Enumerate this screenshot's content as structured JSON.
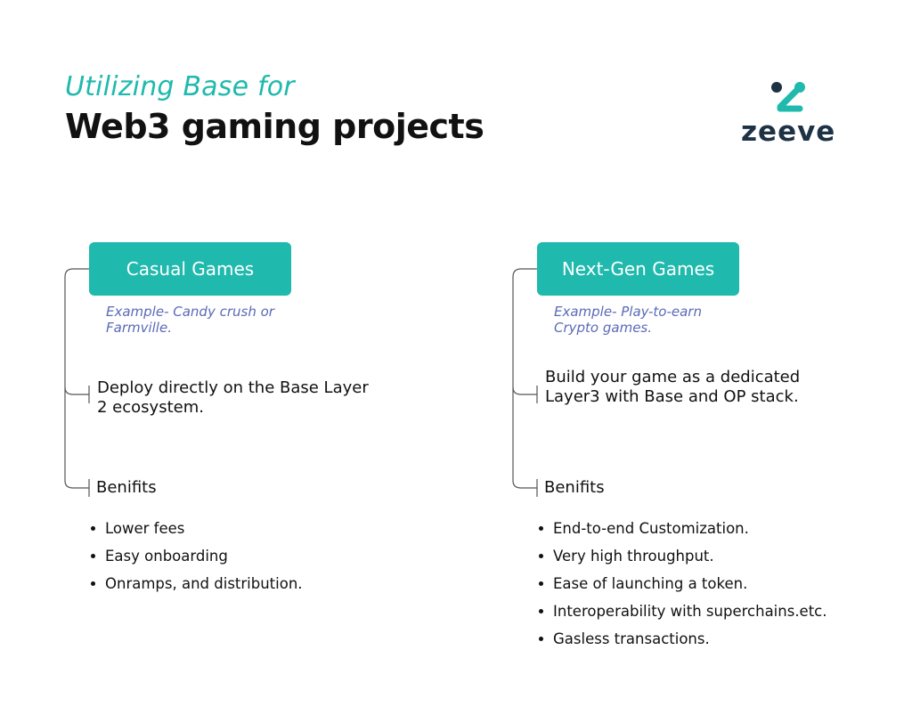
{
  "header": {
    "subtitle": "Utilizing Base for",
    "title": "Web3 gaming projects"
  },
  "logo": {
    "name": "zeeve",
    "icon": "zeeve-logo-icon",
    "colors": {
      "dark": "#1e3246",
      "teal": "#1fb9ad"
    }
  },
  "columns": [
    {
      "heading": "Casual Games",
      "example": "Example- Candy crush or Farmville.",
      "description": "Deploy directly on the Base Layer 2 ecosystem.",
      "benefits_title": "Benifits",
      "benefits": [
        "Lower fees",
        "Easy onboarding",
        "Onramps, and distribution."
      ]
    },
    {
      "heading": "Next-Gen Games",
      "example": "Example- Play-to-earn Crypto games.",
      "description": "Build your game as a dedicated Layer3 with Base and OP stack.",
      "benefits_title": "Benifits",
      "benefits": [
        "End-to-end Customization.",
        "Very high throughput.",
        "Ease of launching a token.",
        "Interoperability with superchains.etc.",
        "Gasless transactions."
      ]
    }
  ],
  "colors": {
    "accent": "#1fb9ad",
    "example_text": "#5a6ab8",
    "connector": "#555555"
  }
}
